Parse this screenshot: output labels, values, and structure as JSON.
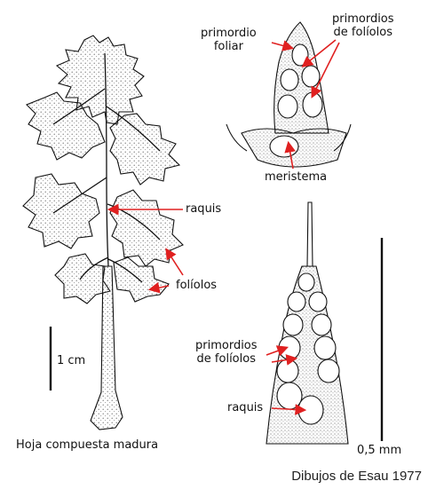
{
  "diagram": {
    "labels": {
      "primordio_foliar": [
        "primordio",
        "foliar"
      ],
      "primordios_foliolos_top": [
        "primordios",
        "de folíolos"
      ],
      "meristema": "meristema",
      "raquis_leaf": "raquis",
      "foliolos": "folíolos",
      "scale_1cm": "1 cm",
      "caption": "Hoja compuesta madura",
      "primordios_foliolos_bottom": [
        "primordios",
        "de folíolos"
      ],
      "raquis_bottom": "raquis",
      "scale_05mm": "0,5 mm"
    },
    "credit": "Dibujos de Esau 1977",
    "colors": {
      "arrow": "#e02020",
      "ink": "#111111",
      "stipple": "#6a6a6a"
    }
  }
}
